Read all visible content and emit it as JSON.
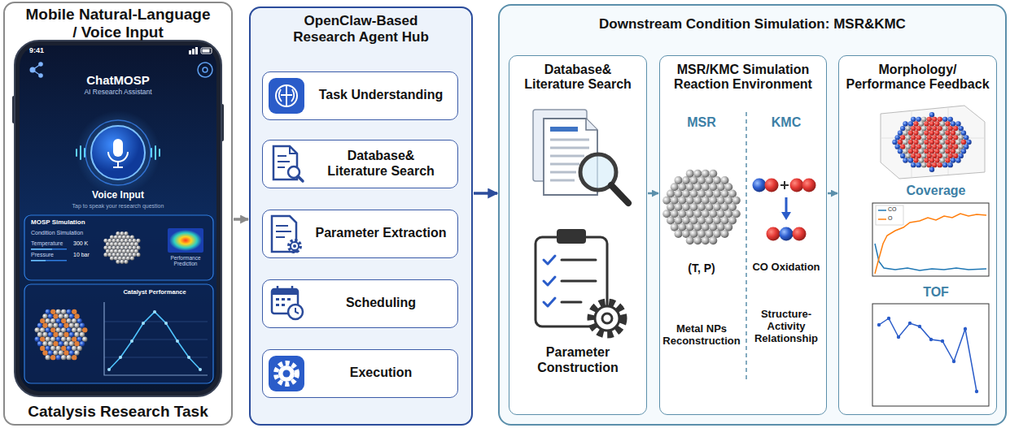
{
  "diagram": {
    "nodes": [
      {
        "text": [
          "Mobile Natural-Language / Voice Input",
          "Catalysis Research Task"
        ]
      },
      {
        "text": [
          "OpenClaw-Based Research Agent Hub"
        ]
      },
      {
        "text": [
          "Task Understanding"
        ],
        "in": 1
      },
      {
        "text": [
          "Database& Literature Search"
        ],
        "in": 1
      },
      {
        "text": [
          "Parameter Extraction"
        ],
        "in": 1
      },
      {
        "text": [
          "Scheduling"
        ],
        "in": 1
      },
      {
        "text": [
          "Execution"
        ],
        "in": 1
      },
      {
        "text": [
          "Downstream Condition Simulation: MSR&KMC"
        ]
      },
      {
        "text": [
          "Database& Literature Search",
          "Parameter Construction"
        ],
        "in": 7
      },
      {
        "text": [
          "MSR/KMC Simulation Reaction Environment"
        ],
        "in": 7
      },
      {
        "text": [
          "Morphology/ Performance Feedback"
        ],
        "in": 7
      }
    ],
    "edges": [
      {
        "from": 0,
        "to": 1,
        "arrow": "to"
      },
      {
        "from": 1,
        "to": 7,
        "arrow": "to"
      },
      {
        "from": 8,
        "to": 9,
        "arrow": "to"
      },
      {
        "from": 9,
        "to": 10,
        "arrow": "to"
      }
    ],
    "labels": [
      "9:41",
      "ChatMOSP",
      "AI Research Assistant",
      "Voice Input",
      "Tap to speak your research question",
      "MOSP Simulation",
      "Condition Simulation",
      "Temperature",
      "300 K",
      "Pressure",
      "10 bar",
      "Performance Prediction",
      "Catalyst Performance",
      "MSR",
      "KMC",
      "(T, P)",
      "Metal NPs Reconstruction",
      "CO Oxidation",
      "Structure-Activity Relationship",
      "Coverage",
      "CO",
      "O",
      "TOF"
    ]
  }
}
